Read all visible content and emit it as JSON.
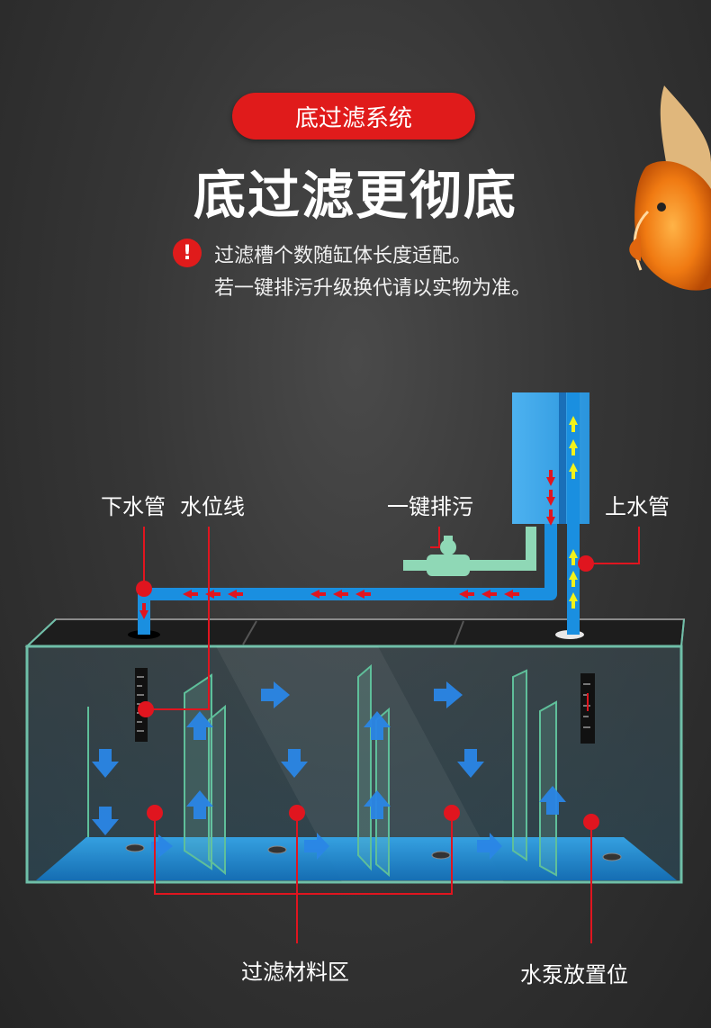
{
  "banner": {
    "label": "底过滤系统",
    "color": "#e01b1b"
  },
  "headline": "底过滤更彻底",
  "notice": {
    "icon": "exclamation-icon",
    "line1": "过滤槽个数随缸体长度适配。",
    "line2": "若一键排污升级换代请以实物为准。"
  },
  "labels": {
    "down_pipe": "下水管",
    "water_level": "水位线",
    "one_key_drain": "一键排污",
    "up_pipe": "上水管",
    "filter_zone": "过滤材料区",
    "pump_position": "水泵放置位"
  },
  "colors": {
    "pipe": "#1a8fe0",
    "water": "#1e8ad6",
    "callout": "#e0151f",
    "valve": "#7fd3b0",
    "up_arrow": "#f2f21a",
    "flow_arrow": "#2a86e6"
  }
}
